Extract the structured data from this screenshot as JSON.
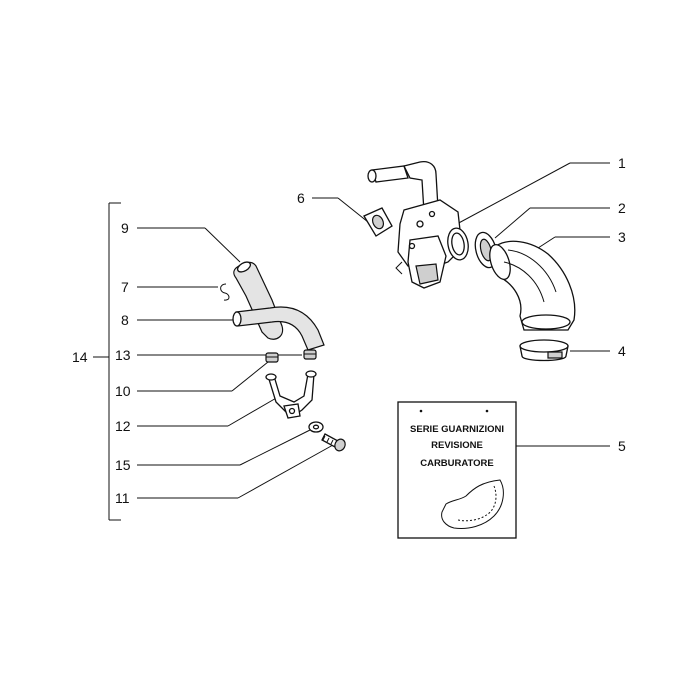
{
  "callouts": {
    "c1": "1",
    "c2": "2",
    "c3": "3",
    "c4": "4",
    "c5": "5",
    "c6": "6",
    "c7": "7",
    "c8": "8",
    "c9": "9",
    "c10": "10",
    "c11": "11",
    "c12": "12",
    "c13": "13",
    "c14": "14",
    "c15": "15"
  },
  "kit_label": {
    "line1": "SERIE GUARNIZIONI",
    "line2": "REVISIONE",
    "line3": "CARBURATORE"
  }
}
